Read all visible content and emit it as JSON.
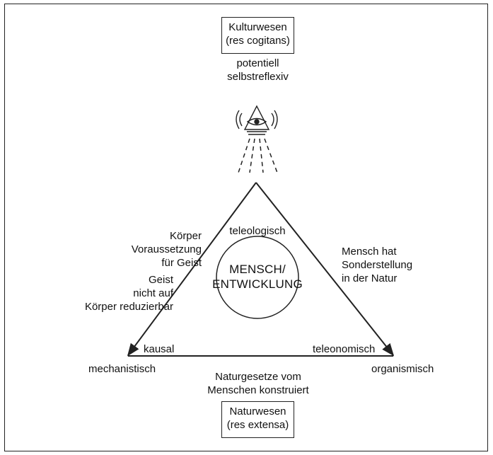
{
  "top_box": {
    "line1": "Kulturwesen",
    "line2": "(res cogitans)"
  },
  "top_caption": {
    "line1": "potentiell",
    "line2": "selbstreflexiv"
  },
  "bottom_box": {
    "line1": "Naturwesen",
    "line2": "(res extensa)"
  },
  "bottom_caption": {
    "line1": "Naturgesetze vom",
    "line2": "Menschen konstruiert"
  },
  "apex_label": "teleologisch",
  "left_corner_label": "kausal",
  "right_corner_label": "teleonomisch",
  "left_vertex_label": "mechanistisch",
  "right_vertex_label": "organismisch",
  "left_side_upper": {
    "line1": "Körper",
    "line2": "Voraussetzung",
    "line3": "für Geist"
  },
  "left_side_lower": {
    "line1": "Geist",
    "line2": "nicht auf",
    "line3": "Körper reduzierbar"
  },
  "right_side": {
    "line1": "Mensch hat",
    "line2": "Sonderstellung",
    "line3": "in der Natur"
  },
  "center": {
    "line1": "MENSCH/",
    "line2": "ENTWICKLUNG"
  },
  "icons": [
    "eye-in-triangle-icon"
  ],
  "colors": {
    "line": "#222222",
    "background": "#ffffff"
  }
}
